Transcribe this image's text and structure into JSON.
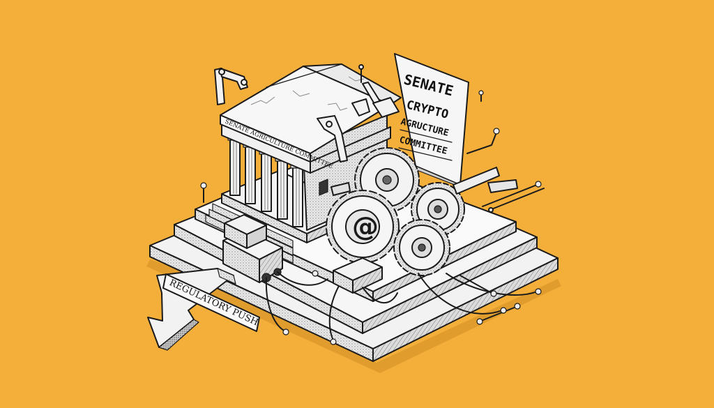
{
  "illustration": {
    "background_color": "#F4AF3B",
    "sign": {
      "lines": [
        "SENATE",
        "CRYPTO",
        "AGRUCTURE",
        "COMMITTEE"
      ]
    },
    "pediment_inscription": "SENATE AGRICULTURE COMMITTEE",
    "arrow_label": "REGULATORY PUSH"
  }
}
